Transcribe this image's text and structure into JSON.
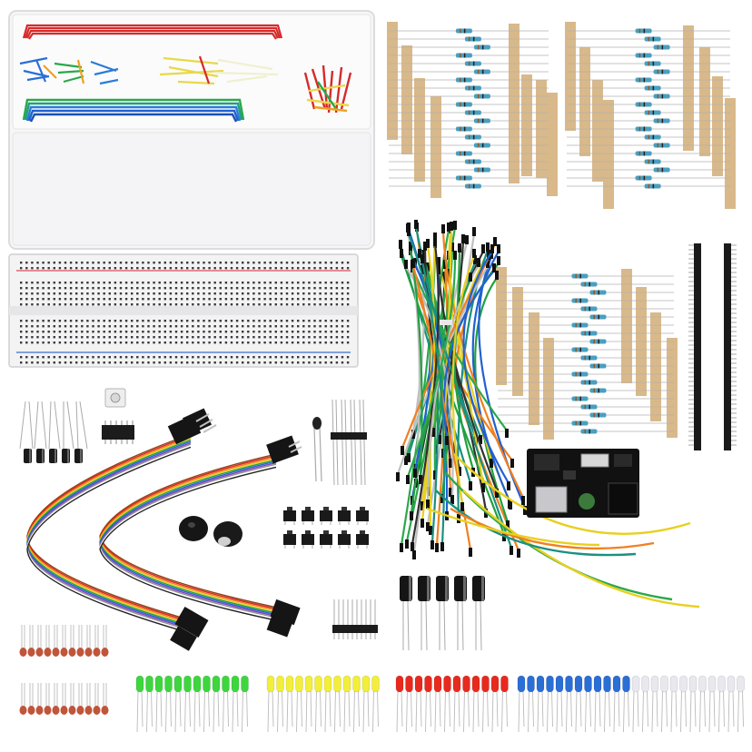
{
  "scene": {
    "kind": "electronics starter kit product photo",
    "background": "#ffffff"
  },
  "components": {
    "jumper_wire_box": {
      "wire_colors": [
        "#d62a2a",
        "#2a7bd6",
        "#2ba84a",
        "#e8d84a",
        "#f0a020",
        "#ffffff"
      ]
    },
    "resistor_strips": {
      "tape_color": "#d9b98a",
      "body_color": "#4a9fc0"
    },
    "breadboard": {
      "body_color": "#f2f2f2",
      "rail_red": "#e24a5a",
      "rail_blue": "#3a6fd0"
    },
    "led_groups": [
      {
        "name": "red-small",
        "color": "#c0553a"
      },
      {
        "name": "green",
        "color": "#3ed63e"
      },
      {
        "name": "yellow",
        "color": "#f2ee3a"
      },
      {
        "name": "red",
        "color": "#e82a1e"
      },
      {
        "name": "blue",
        "color": "#2a6ed6"
      },
      {
        "name": "white",
        "color": "#e8e8ee"
      }
    ],
    "power_module": {
      "board_color": "#111111"
    },
    "ribbon_cable": {
      "colors": [
        "#8b4513",
        "#e02020",
        "#f08020",
        "#e8d020",
        "#20a040",
        "#2060d0",
        "#8040c0",
        "#909090",
        "#ffffff",
        "#222222"
      ]
    }
  }
}
